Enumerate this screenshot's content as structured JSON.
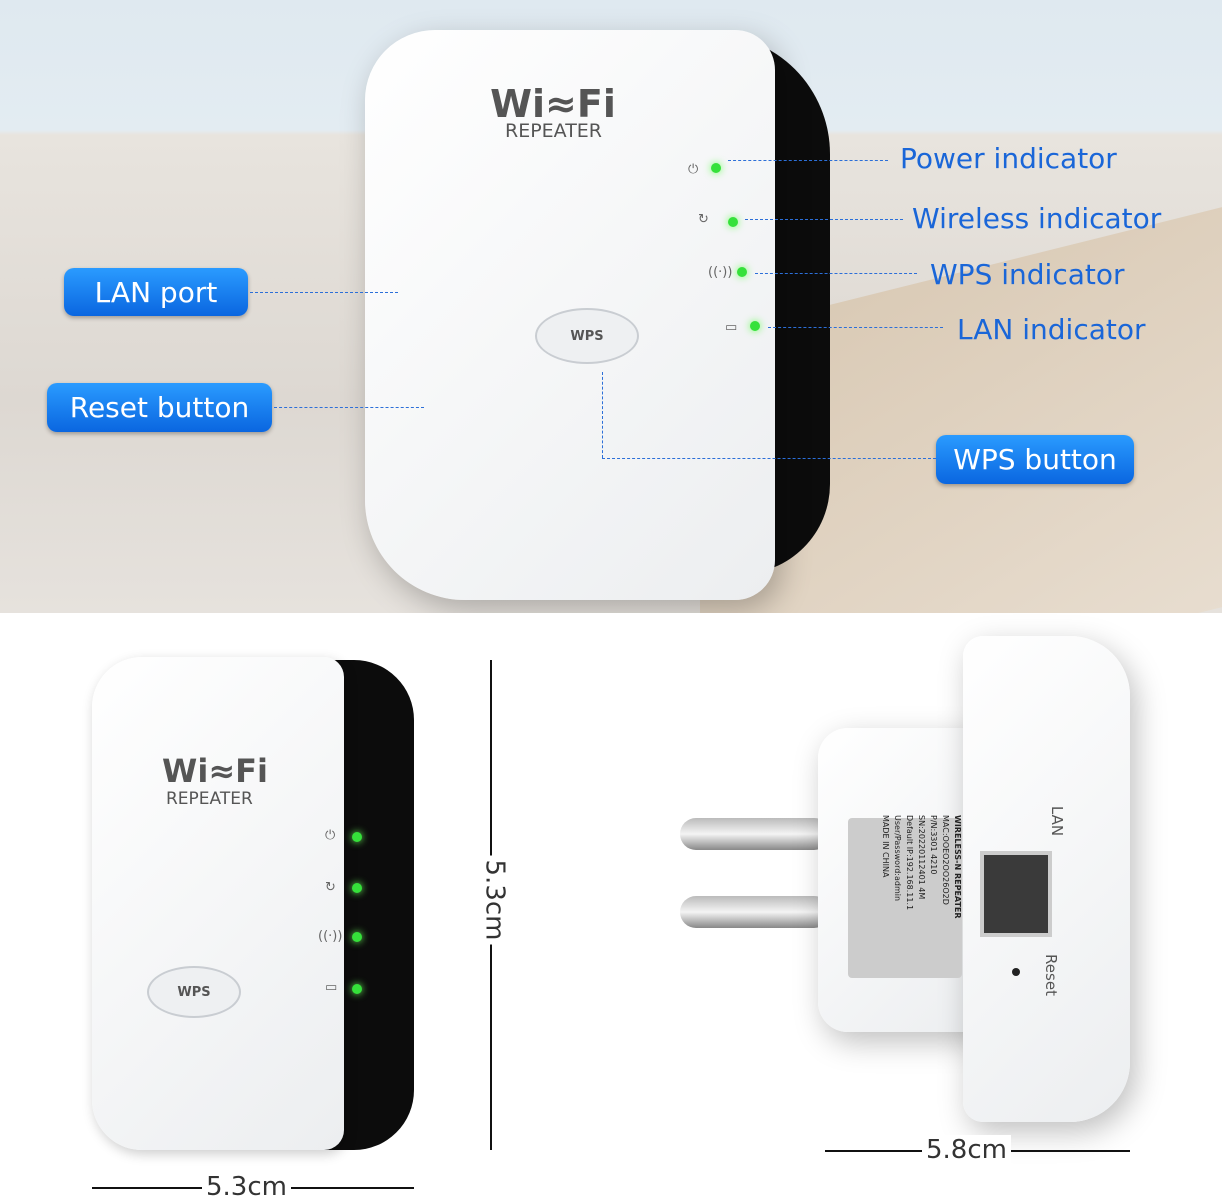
{
  "device": {
    "logo": "Wi≈Fi",
    "logo_sub": "REPEATER",
    "wps_label": "WPS",
    "lan_port_label": "LAN",
    "reset_label": "Reset"
  },
  "callouts": {
    "lan_port": "LAN port",
    "reset_button": "Reset button",
    "wps_button": "WPS button",
    "power_indicator": "Power indicator",
    "wireless_indicator": "Wireless indicator",
    "wps_indicator": "WPS indicator",
    "lan_indicator": "LAN indicator"
  },
  "icons": [
    "power-icon",
    "wireless-icon",
    "wps-antenna-icon",
    "lan-icon"
  ],
  "dimensions": {
    "front_height": "5.3cm",
    "front_width": "5.3cm",
    "side_depth": "5.8cm"
  },
  "sticker": {
    "title": "WIRELESS-N REPEATER",
    "mac": "MAC:OOEO2OO26O2D",
    "pn": "P/N:3301 4210",
    "sn": "SN:20220112401 4M",
    "ip": "Default IP:192.168.11.1",
    "user": "User/Password:admin",
    "origin": "MADE IN CHINA"
  },
  "colors": {
    "accent": "#0a66e0",
    "led": "#35e13a",
    "callout_text": "#1a66d8"
  }
}
